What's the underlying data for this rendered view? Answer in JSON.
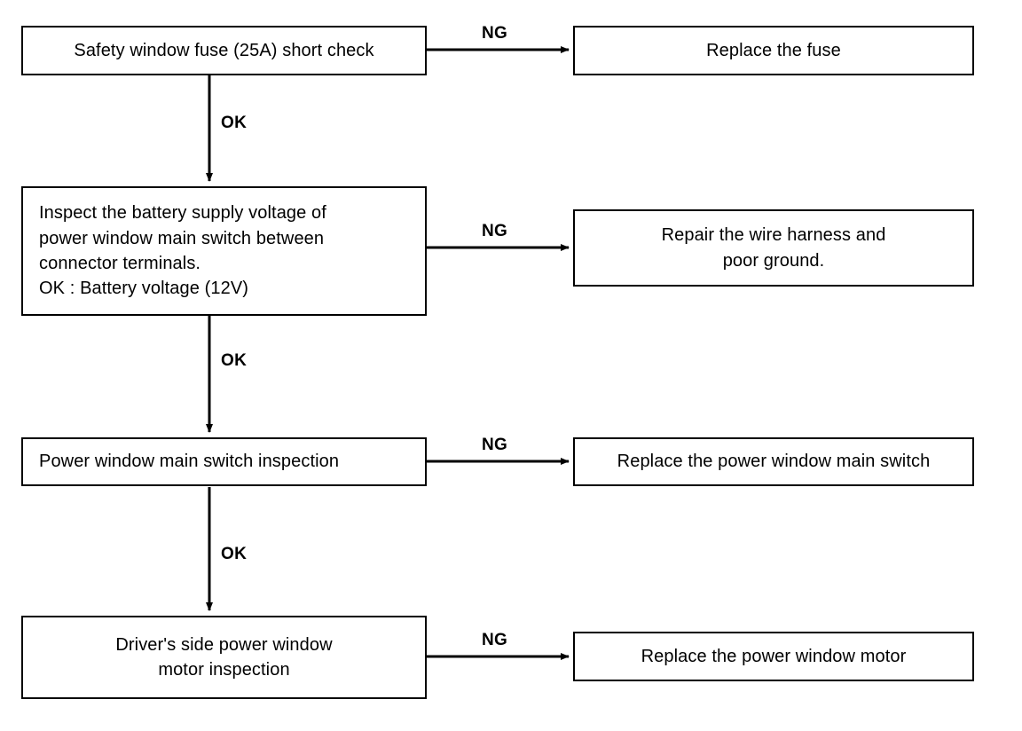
{
  "diagram": {
    "title": "Power window system troubleshooting flowchart",
    "line_color": "#000000",
    "background_color": "#ffffff",
    "steps": [
      {
        "id": "step-1",
        "check_label": "Safety window fuse (25A) short check",
        "ng_label": "NG",
        "ng_action": "Replace the fuse",
        "ok_label": "OK"
      },
      {
        "id": "step-2",
        "check_label": "Inspect the battery supply voltage of\npower window main switch between\nconnector terminals.\nOK : Battery voltage (12V)",
        "ng_label": "NG",
        "ng_action": "Repair the wire harness and\npoor ground.",
        "ok_label": "OK"
      },
      {
        "id": "step-3",
        "check_label": "Power window main switch inspection",
        "ng_label": "NG",
        "ng_action": "Replace the power window main switch",
        "ok_label": "OK"
      },
      {
        "id": "step-4",
        "check_label": "Driver's side power window\nmotor  inspection",
        "ng_label": "NG",
        "ng_action": "Replace the power window motor",
        "ok_label": ""
      }
    ]
  }
}
